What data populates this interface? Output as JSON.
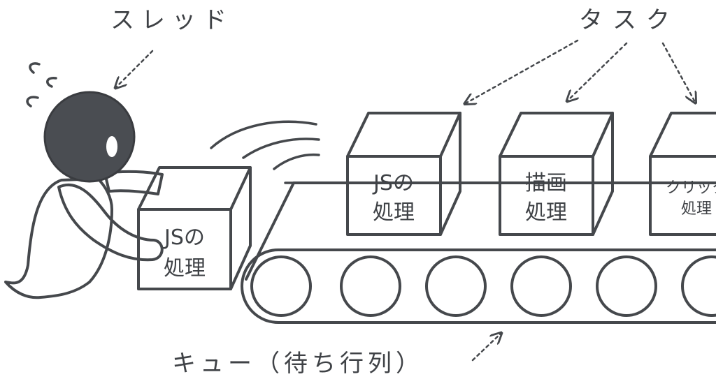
{
  "labels": {
    "thread": "スレッド",
    "task": "タスク",
    "queue": "キュー（待ち行列）"
  },
  "carried_box": {
    "line1": "JSの",
    "line2": "処理"
  },
  "tasks": [
    {
      "line1": "JSの",
      "line2": "処理"
    },
    {
      "line1": "描画",
      "line2": "処理"
    },
    {
      "line1": "クリック",
      "line2": "処理"
    }
  ],
  "colors": {
    "ink": "#45484c",
    "head": "#4a4d52",
    "paper": "#ffffff"
  }
}
